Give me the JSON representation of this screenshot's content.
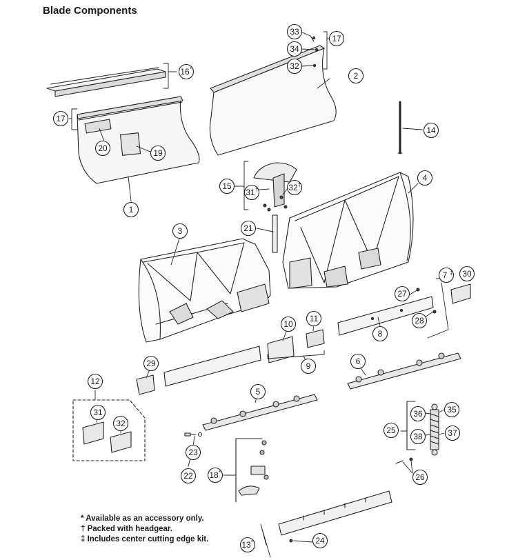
{
  "title": "Blade Components",
  "footnotes": [
    "* Available as an accessory only.",
    "† Packed with headgear.",
    "‡ Includes center cutting edge kit."
  ],
  "callouts": [
    {
      "id": "c1",
      "num": "1",
      "sup": ""
    },
    {
      "id": "c2",
      "num": "2",
      "sup": ""
    },
    {
      "id": "c3",
      "num": "3",
      "sup": ""
    },
    {
      "id": "c4",
      "num": "4",
      "sup": ""
    },
    {
      "id": "c5",
      "num": "5",
      "sup": ""
    },
    {
      "id": "c6",
      "num": "6",
      "sup": ""
    },
    {
      "id": "c7",
      "num": "7",
      "sup": "‡"
    },
    {
      "id": "c8",
      "num": "8",
      "sup": ""
    },
    {
      "id": "c9",
      "num": "9",
      "sup": ""
    },
    {
      "id": "c10",
      "num": "10",
      "sup": ""
    },
    {
      "id": "c11",
      "num": "11",
      "sup": ""
    },
    {
      "id": "c12",
      "num": "12",
      "sup": ""
    },
    {
      "id": "c13",
      "num": "13",
      "sup": "*"
    },
    {
      "id": "c14",
      "num": "14",
      "sup": ""
    },
    {
      "id": "c15",
      "num": "15",
      "sup": ""
    },
    {
      "id": "c16",
      "num": "16",
      "sup": "*"
    },
    {
      "id": "c17a",
      "num": "17",
      "sup": ""
    },
    {
      "id": "c17b",
      "num": "17",
      "sup": ""
    },
    {
      "id": "c18",
      "num": "18",
      "sup": "*"
    },
    {
      "id": "c19",
      "num": "19",
      "sup": ""
    },
    {
      "id": "c20",
      "num": "20",
      "sup": ""
    },
    {
      "id": "c21",
      "num": "21",
      "sup": ""
    },
    {
      "id": "c22",
      "num": "22",
      "sup": ""
    },
    {
      "id": "c23",
      "num": "23",
      "sup": ""
    },
    {
      "id": "c24",
      "num": "24",
      "sup": ""
    },
    {
      "id": "c25",
      "num": "25",
      "sup": ""
    },
    {
      "id": "c26",
      "num": "26",
      "sup": ""
    },
    {
      "id": "c27",
      "num": "27",
      "sup": ""
    },
    {
      "id": "c28",
      "num": "28",
      "sup": ""
    },
    {
      "id": "c29",
      "num": "29",
      "sup": ""
    },
    {
      "id": "c30",
      "num": "30",
      "sup": ""
    },
    {
      "id": "c31a",
      "num": "31",
      "sup": "†"
    },
    {
      "id": "c31b",
      "num": "31",
      "sup": ""
    },
    {
      "id": "c32a",
      "num": "32",
      "sup": ""
    },
    {
      "id": "c32b",
      "num": "32",
      "sup": "†"
    },
    {
      "id": "c32c",
      "num": "32",
      "sup": ""
    },
    {
      "id": "c33",
      "num": "33",
      "sup": ""
    },
    {
      "id": "c34",
      "num": "34",
      "sup": ""
    },
    {
      "id": "c35",
      "num": "35",
      "sup": ""
    },
    {
      "id": "c36",
      "num": "36",
      "sup": ""
    },
    {
      "id": "c37",
      "num": "37",
      "sup": ""
    },
    {
      "id": "c38",
      "num": "38",
      "sup": ""
    }
  ]
}
